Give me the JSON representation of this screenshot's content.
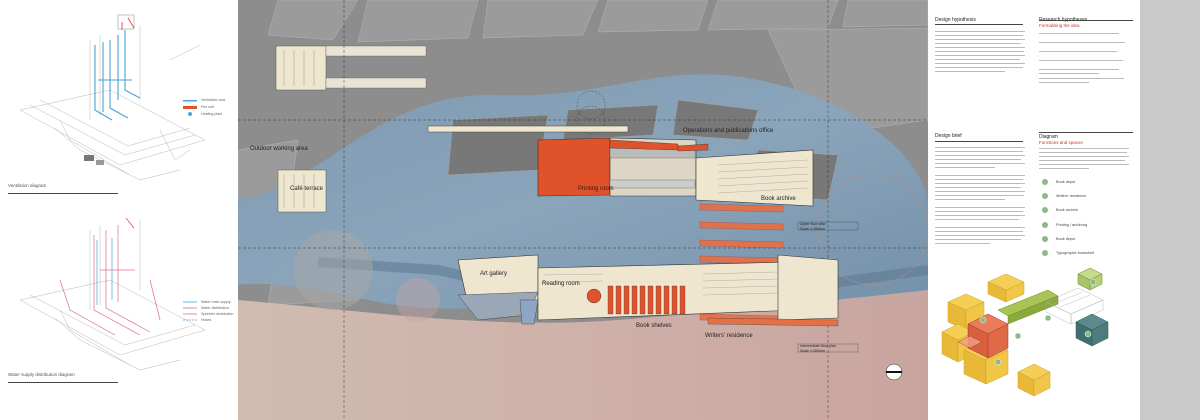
{
  "left_panel": {
    "diagram1": {
      "caption": "Ventilation diagram",
      "legend": [
        "Ventilation duct",
        "Fire unit",
        "Heating plant"
      ]
    },
    "diagram2": {
      "caption": "Water supply distribution diagram",
      "legend": [
        "Water main supply",
        "Water distribution",
        "Sprinkler distribution",
        "Hoses"
      ]
    }
  },
  "main_plan": {
    "labels": {
      "outdoor": "Outdoor working area",
      "cafe": "Café terrace",
      "operations": "Operations and publications office",
      "printing": "Printing room",
      "book_archive": "Book archive",
      "art_gallery": "Art gallery",
      "reading_room": "Reading room",
      "book_shelves": "Book shelves",
      "writers_residence": "Writers' residence"
    },
    "scale_notes": {
      "upper": {
        "title": "Upper floor plan",
        "scale": "Scale 1:200mm"
      },
      "lower": {
        "title": "Intermediate floor plan",
        "scale": "Scale 1:200mm"
      }
    },
    "colors": {
      "accent": "#e0522a",
      "water": "#7f9fb7",
      "ground": "#8f8f8f",
      "building": "#efe6cf"
    }
  },
  "right_panel": {
    "sections": [
      {
        "title": "Design hypothesis",
        "subtitle": ""
      },
      {
        "title": "Research hypotheses",
        "subtitle": "Formalising the idea"
      },
      {
        "title": "Design brief",
        "subtitle": ""
      },
      {
        "title": "Diagram",
        "subtitle": "Functions and spaces"
      }
    ],
    "legend": [
      "Book depot",
      "Writers' residence",
      "Book archive",
      "Printing / archiving",
      "Book depot",
      "Typographic bookshelf"
    ]
  }
}
